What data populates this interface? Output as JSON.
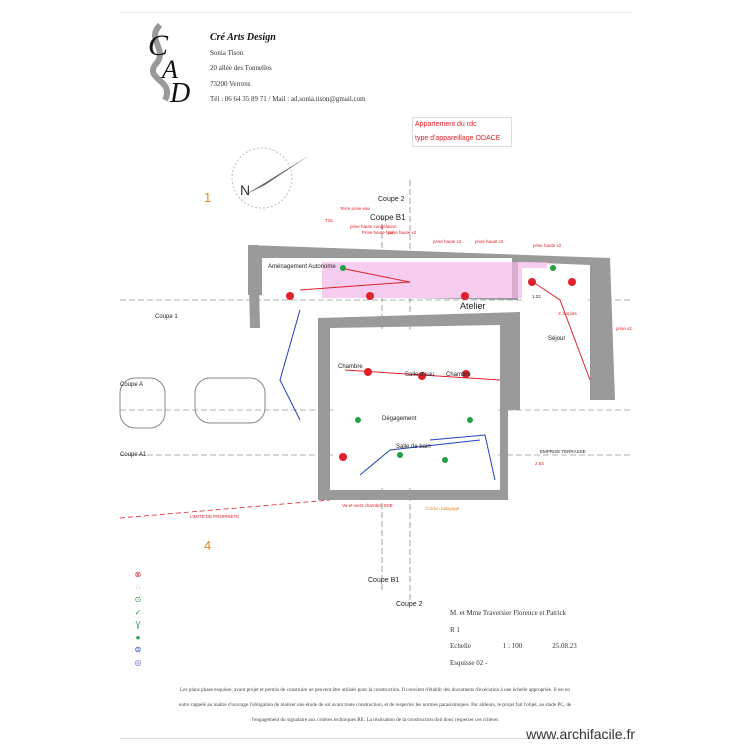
{
  "header": {
    "company": "Cré Arts Design",
    "name": "Sonia Tison",
    "address": "20 allée des Tonnelles",
    "city": "73200 Verrens",
    "contact": "Tél : 06 64 35 89 71 / Mail : ad.sonia.tison@gmail.com",
    "logo_text": "CAD"
  },
  "note_box": {
    "line1": "Appartement du rdc",
    "line2": "type d'appareillage ODACE"
  },
  "plan": {
    "sections": [
      "Coupe 2",
      "Coupe B1",
      "Coupe 1",
      "Coupe A",
      "Coupe A1",
      "Coupe B1",
      "Coupe 2"
    ],
    "rooms": [
      "Aménagement Autonome",
      "Atelier",
      "Chambre",
      "Salle d'eau",
      "Chambre",
      "Dégagement",
      "Salle de bain",
      "Séjour"
    ],
    "annotations": [
      "TGL",
      "Terre prise eau",
      "prise haute congélation",
      "Prise haute four",
      "prise haute x2",
      "prise haute x2",
      "prise haute x2",
      "prise haute x2",
      "X 4 spots",
      "prise x2",
      "EMPRISE TERRASSE",
      "LIMITE DE PROPRIETE",
      "Va-et-vient chambre SDB",
      "Cordon balayage"
    ],
    "markers": [
      "1",
      "4"
    ],
    "dims": [
      "1.22",
      "2.83"
    ]
  },
  "info": {
    "client": "M. et Mme Traversier Florence et Patrick",
    "level": "R 1",
    "scale_label": "Echelle",
    "scale": "1 : 100",
    "date": "25.08.23",
    "sketch": "Esquisse 02 -"
  },
  "disclaimer": {
    "line1": "Les plans phase esquisse, avant projet et permis de construire ne peuvent être utilisés pour la construction. Il convient d'établir des documents d'exécution à une échelle appropriée. Il est en",
    "line2": "outre rappelé au maître d'ouvrage l'obligation de réaliser une étude de sol avant toute construction, et de respecter les normes parasismiques. Par ailleurs, le projet fait l'objet, au stade PC, de",
    "line3": "l'engagement du signataire aux critères techniques RE. La réalisation de la construction doit donc respecter ces critères"
  },
  "watermark": "www.archifacile.fr",
  "colors": {
    "accent": "#e0202a",
    "wall": "#9a9a9a",
    "blue": "#2040c0",
    "green": "#20a040",
    "pink": "#f2b8e8"
  }
}
